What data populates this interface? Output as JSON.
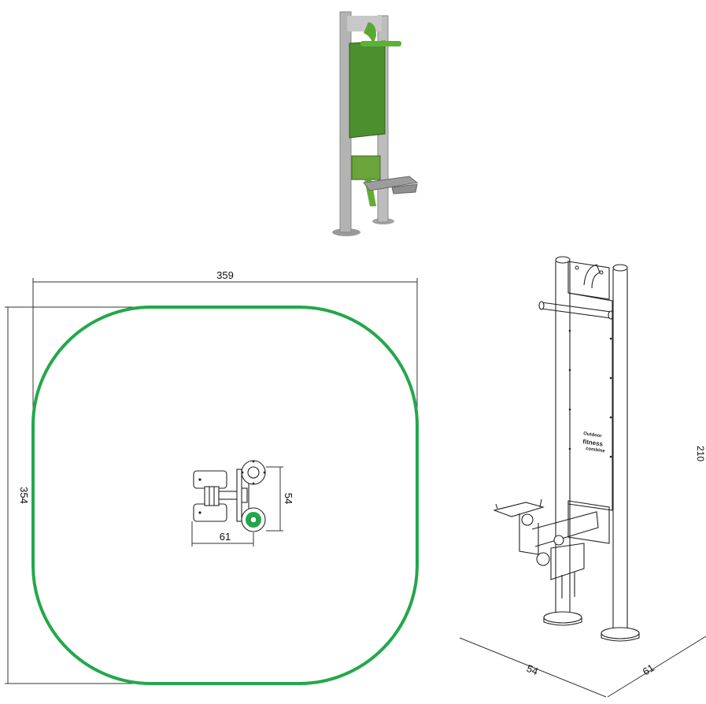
{
  "plan": {
    "width_label": "359",
    "height_label": "354",
    "base_width_label": "61",
    "base_depth_label": "54"
  },
  "iso": {
    "depth_label": "54",
    "width_label": "61",
    "height_label": "210",
    "panel_brand": [
      "Outdoor",
      "fitness",
      "combine"
    ]
  },
  "colors": {
    "zone": "#22a84a",
    "equipment_green": "#3f8a2c",
    "post": "#a9a9a9"
  }
}
